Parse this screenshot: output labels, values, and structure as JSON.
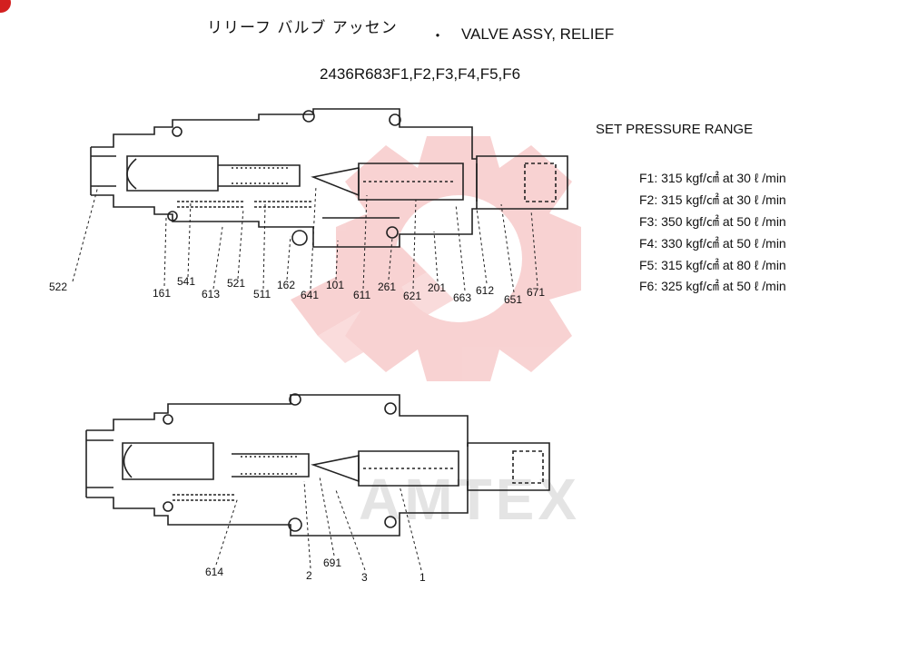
{
  "header": {
    "title_jp": "リリーフ バルブ アッセン",
    "separator": "・",
    "title_en": "VALVE ASSY, RELIEF",
    "part_number": "2436R683F1,F2,F3,F4,F5,F6"
  },
  "set_pressure_range": {
    "heading": "SET PRESSURE RANGE",
    "rows": [
      {
        "code": "F1",
        "text": ": 315 kgf/㎠ at 30 ℓ /min"
      },
      {
        "code": "F2",
        "text": ": 315 kgf/㎠ at 30 ℓ /min"
      },
      {
        "code": "F3",
        "text": ": 350 kgf/㎠ at 50 ℓ /min"
      },
      {
        "code": "F4",
        "text": ": 330 kgf/㎠ at 50 ℓ /min"
      },
      {
        "code": "F5",
        "text": ": 315 kgf/㎠ at 80 ℓ /min"
      },
      {
        "code": "F6",
        "text": ": 325 kgf/㎠ at 50 ℓ /min"
      }
    ]
  },
  "top_callouts": [
    "522",
    "161",
    "541",
    "613",
    "521",
    "511",
    "162",
    "641",
    "101",
    "611",
    "261",
    "621",
    "201",
    "663",
    "612",
    "651",
    "671"
  ],
  "bottom_callouts": [
    "614",
    "2",
    "691",
    "3",
    "1"
  ],
  "watermark": {
    "text": "AMTEX",
    "color": "#f3b8b8"
  },
  "colors": {
    "line": "#222222",
    "watermark": "#f5c0c0",
    "badge": "#d32020"
  }
}
